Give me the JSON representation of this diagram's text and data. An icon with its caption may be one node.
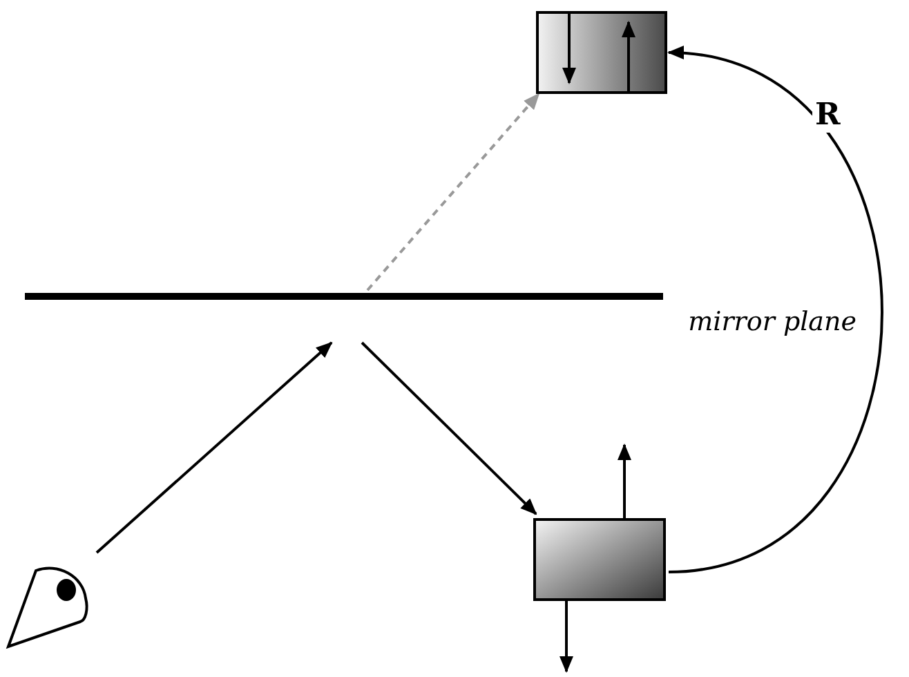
{
  "diagram": {
    "nodes": [
      {
        "text": [],
        "shape": "eye"
      },
      {
        "text": [
          "mirror plane"
        ]
      },
      {
        "text": [],
        "shape": "box"
      },
      {
        "text": [],
        "shape": "box"
      }
    ],
    "edges": [
      {
        "from": 0,
        "to": 1,
        "arrow": "to"
      },
      {
        "from": 1,
        "to": 3,
        "arrow": "to"
      },
      {
        "from": 1,
        "to": 2,
        "arrow": "to",
        "style": "dashed",
        "color": "#999999"
      },
      {
        "from": 3,
        "to": 2,
        "arrow": "to",
        "label": "R"
      }
    ]
  }
}
